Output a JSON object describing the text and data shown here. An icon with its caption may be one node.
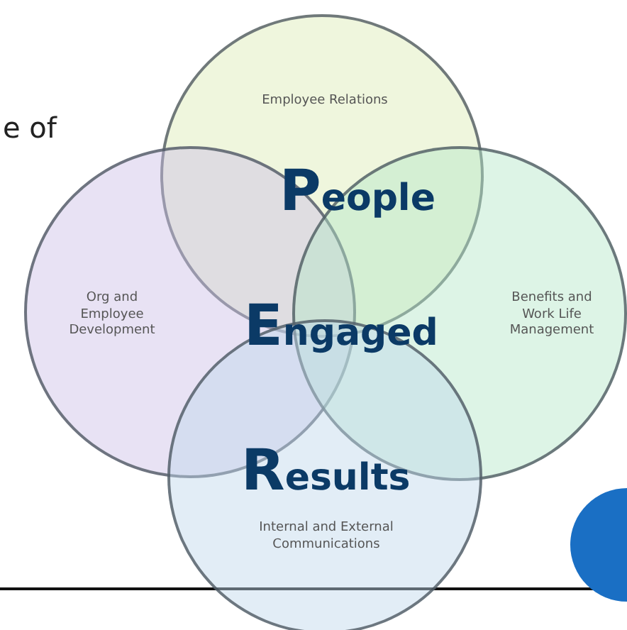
{
  "diagram": {
    "nodes": [
      {
        "text": [
          "Employee Relations"
        ]
      },
      {
        "text": [
          "Org and Employee Development"
        ]
      },
      {
        "text": [
          "Benefits and Work Life Management"
        ]
      },
      {
        "text": [
          "Internal and External Communications"
        ]
      },
      {
        "text": [],
        "shape": "circle"
      }
    ],
    "labels": [
      "e of",
      "People",
      "Engaged",
      "Results"
    ]
  }
}
